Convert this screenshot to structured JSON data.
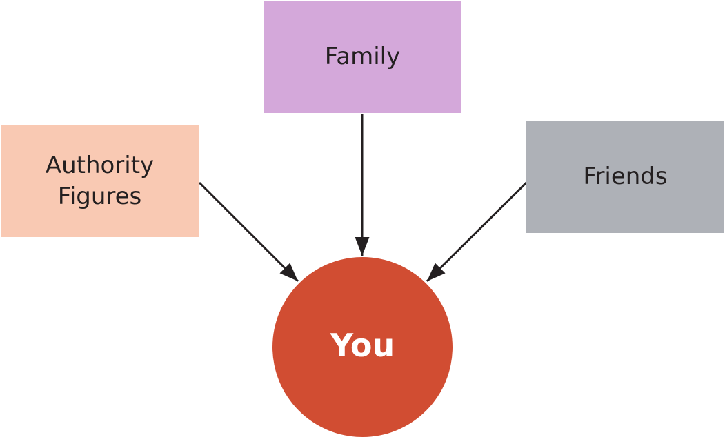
{
  "nodes": {
    "family": {
      "label": "Family",
      "color": "#d4a8da"
    },
    "authority": {
      "label": "Authority Figures",
      "color": "#f9c9b3"
    },
    "friends": {
      "label": "Friends",
      "color": "#aeb1b7"
    },
    "you": {
      "label": "You",
      "color": "#d14d32"
    }
  },
  "edges": [
    {
      "from": "family",
      "to": "you"
    },
    {
      "from": "authority",
      "to": "you"
    },
    {
      "from": "friends",
      "to": "you"
    }
  ],
  "arrow_color": "#231f20"
}
